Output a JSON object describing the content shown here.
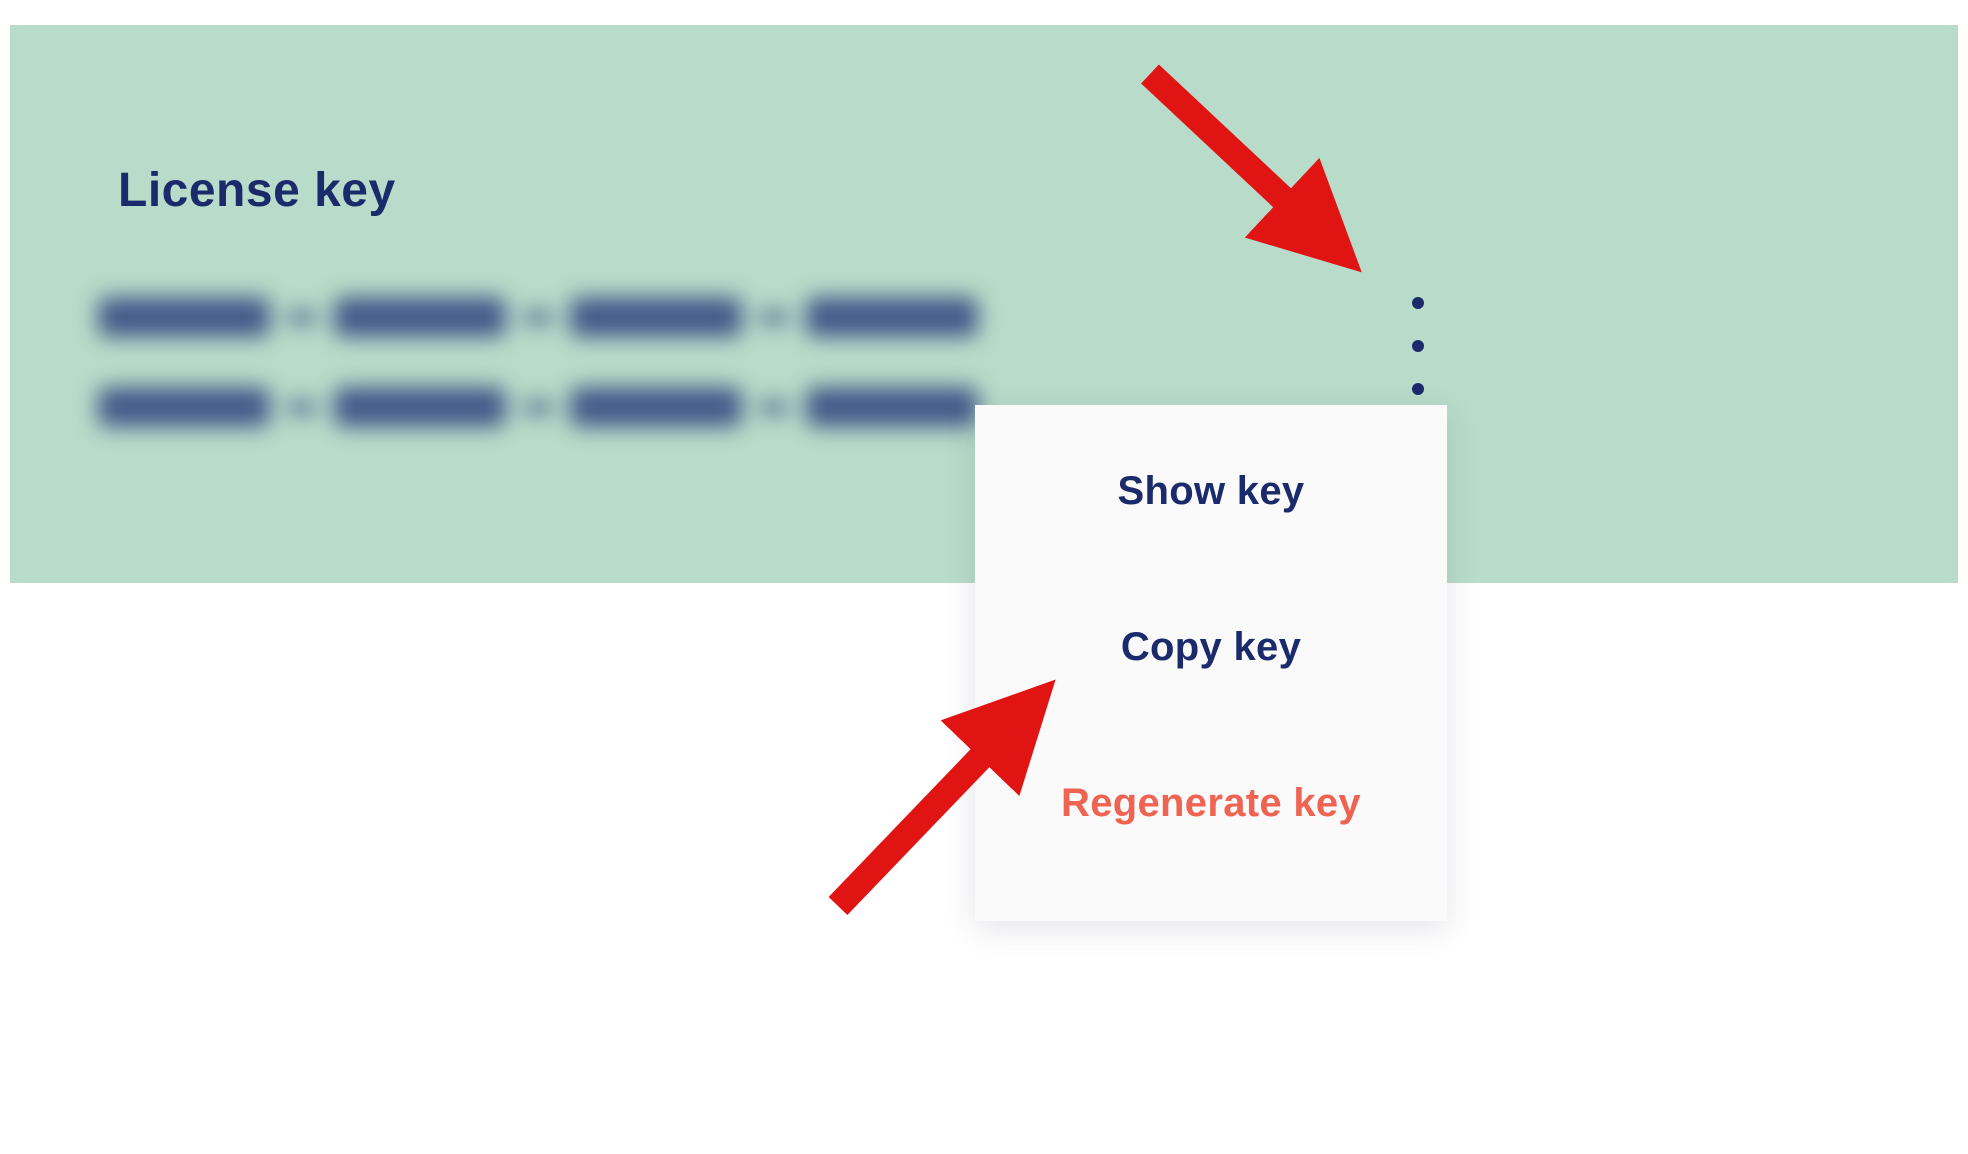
{
  "panel": {
    "title": "License key",
    "masked_key": {
      "masked": true,
      "rows": 2,
      "segments_per_row": 4
    }
  },
  "kebab_menu": {
    "icon": "kebab-menu-icon",
    "dots": 3
  },
  "menu": {
    "items": [
      {
        "label": "Show key",
        "style": "default"
      },
      {
        "label": "Copy key",
        "style": "default"
      },
      {
        "label": "Regenerate key",
        "style": "danger"
      }
    ]
  },
  "annotations": {
    "color": "#e11414",
    "arrows": [
      {
        "target": "kebab-menu-button"
      },
      {
        "target": "menu-item-copy-key"
      }
    ]
  },
  "colors": {
    "panel_bg": "#b8dcc9",
    "navy": "#1b2a6b",
    "danger": "#ee6352",
    "menu_bg": "#fbfafa"
  }
}
